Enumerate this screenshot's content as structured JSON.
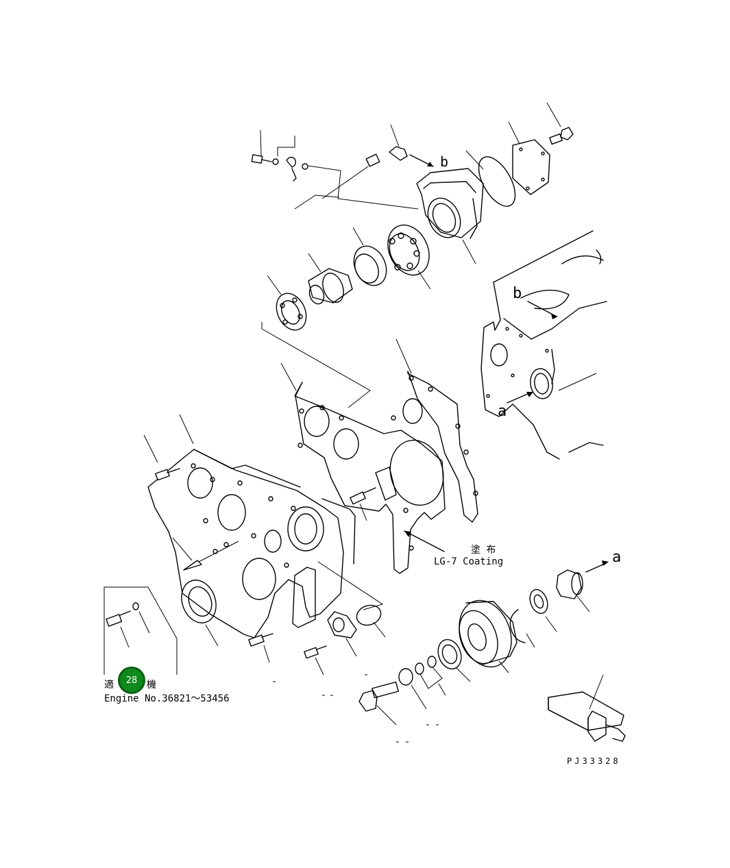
{
  "labels": {
    "coating_jp": "塗 布",
    "coating_en": "LG-7 Coating",
    "arrow_a_right": "a",
    "arrow_a_block": "a",
    "arrow_b_top": "b",
    "arrow_b_block": "b",
    "applicability_jp_left": "適",
    "applicability_jp_right": "機",
    "engine_serial": "Engine No.36821～53456",
    "figure_code": "PJ33328"
  },
  "callout": {
    "number": "28",
    "color": "#0f8a1a"
  }
}
